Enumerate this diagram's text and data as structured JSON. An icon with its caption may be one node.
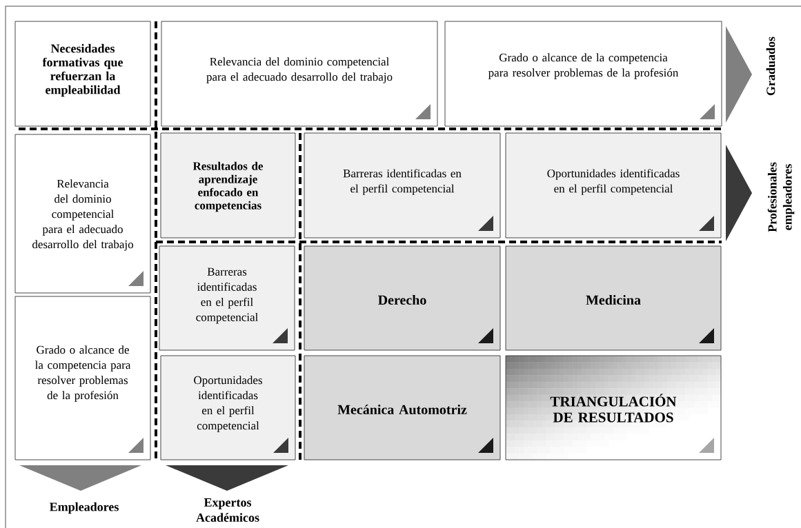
{
  "diagram": {
    "nodes": [
      {
        "text": [
          "Necesidades formativas que refuerzan la empleabilidad"
        ]
      },
      {
        "text": [
          "Relevancia del dominio competencial para el adecuado desarrollo del trabajo"
        ]
      },
      {
        "text": [
          "Grado o alcance de la competencia para resolver problemas de la profesión"
        ]
      },
      {
        "text": [
          "Relevancia del dominio competencial para el adecuado desarrollo del trabajo"
        ]
      },
      {
        "text": [
          "Resultados de aprendizaje enfocado en competencias"
        ]
      },
      {
        "text": [
          "Barreras identificadas en el perfil competencial"
        ]
      },
      {
        "text": [
          "Oportunidades identificadas en el perfil competencial"
        ]
      },
      {
        "text": [
          "Grado o alcance de la competencia para resolver problemas de la profesión"
        ]
      },
      {
        "text": [
          "Barreras identificadas en el perfil competencial"
        ]
      },
      {
        "text": [
          "Oportunidades identificadas en el perfil competencial"
        ]
      },
      {
        "text": [
          "Derecho"
        ]
      },
      {
        "text": [
          "Medicina"
        ]
      },
      {
        "text": [
          "Mecánica Automotriz"
        ]
      },
      {
        "text": [
          "TRIANGULACIÓN DE RESULTADOS"
        ]
      },
      {
        "text": [
          "Graduados"
        ]
      },
      {
        "text": [
          "Profesionales empleadores"
        ]
      },
      {
        "text": [
          "Empleadores"
        ]
      },
      {
        "text": [
          "Expertos Académicos"
        ]
      }
    ]
  }
}
